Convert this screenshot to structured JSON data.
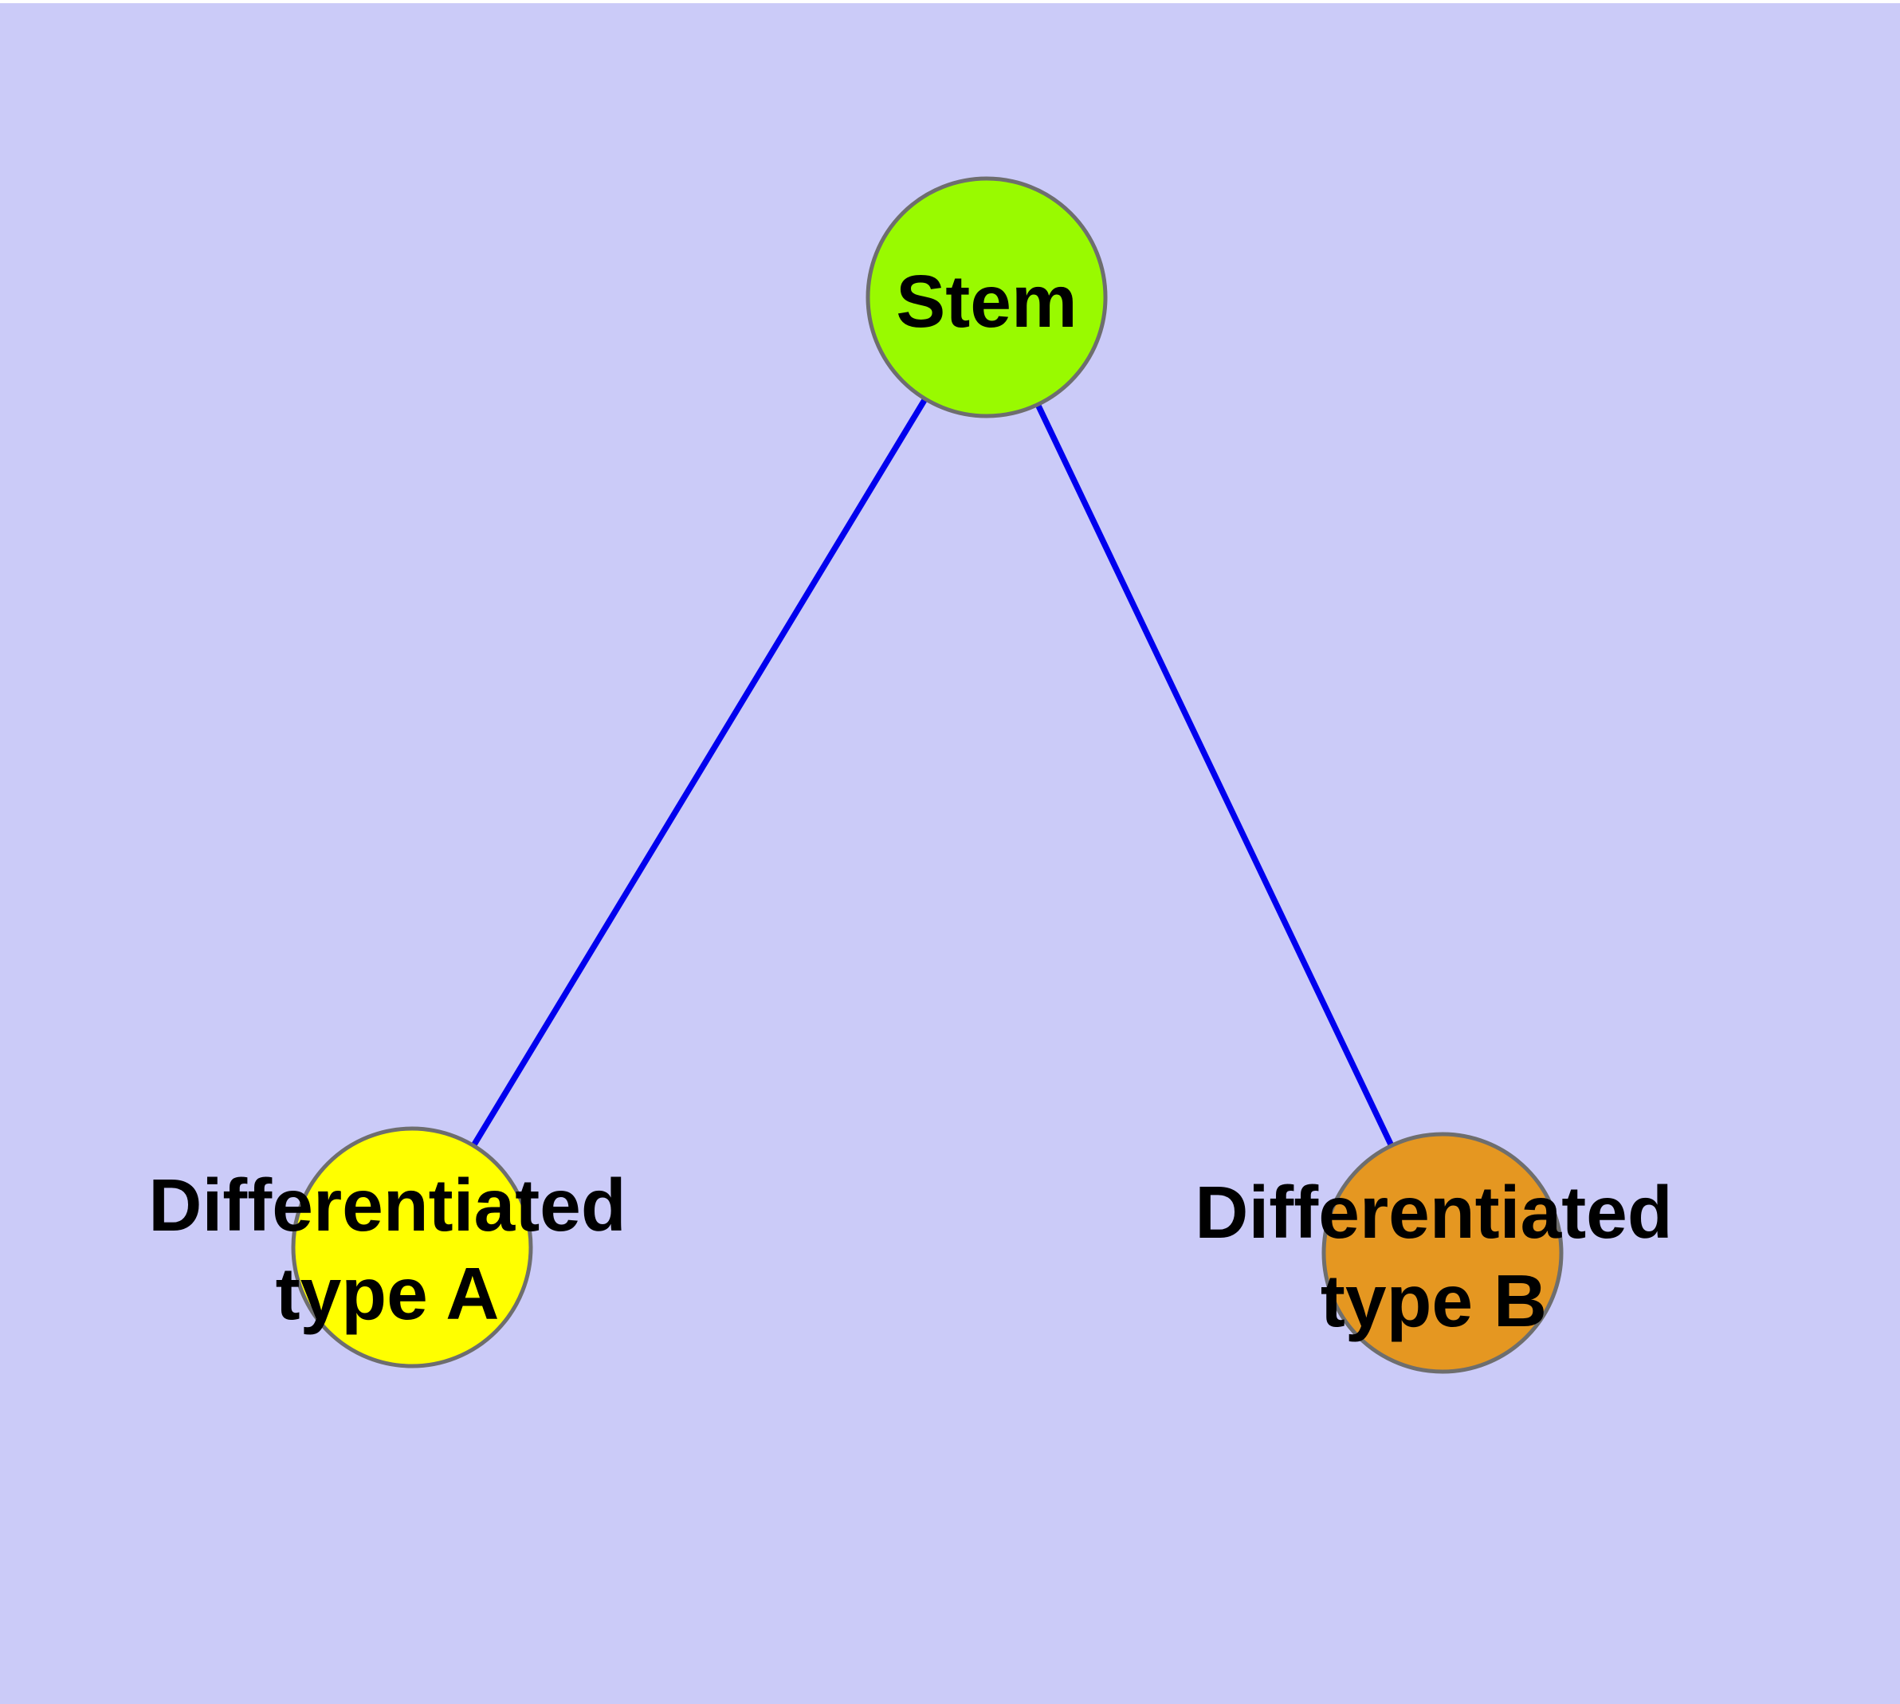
{
  "diagram": {
    "background_color": "#cbcbf8",
    "top_margin_color": "#ffffff",
    "edge_color": "#0000ee",
    "node_border_color": "#6e6e6e",
    "label_color": "#000000",
    "nodes": {
      "stem": {
        "label": "Stem",
        "fill": "#99fa00"
      },
      "type_a": {
        "label_line1": "Differentiated",
        "label_line2": "type A",
        "fill": "#ffff00"
      },
      "type_b": {
        "label_line1": "Differentiated",
        "label_line2": "type B",
        "fill": "#e59721"
      }
    },
    "edges": [
      {
        "from": "Stem",
        "to": "Differentiated type A"
      },
      {
        "from": "Stem",
        "to": "Differentiated type B"
      }
    ]
  }
}
